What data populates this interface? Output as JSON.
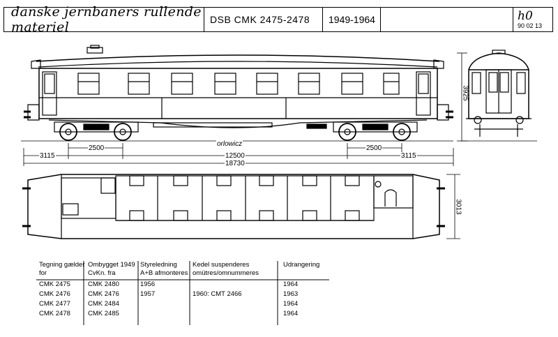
{
  "header": {
    "title": "danske jernbaners rullende materiel",
    "model": "DSB CMK 2475-2478",
    "years": "1949-1964",
    "scale": "h0",
    "date": "90 02 13"
  },
  "dimensions": {
    "height": "3925",
    "width": "3013",
    "builder": "orlowicz",
    "bogie_left": "2500",
    "bogie_right": "2500",
    "overhang_left": "3115",
    "wheelbase": "12500",
    "overhang_right": "3115",
    "total_length": "18730"
  },
  "table": {
    "headers": {
      "col1_a": "Tegning gælder",
      "col1_b": "for",
      "col2_a": "Ombygget 1949",
      "col2_b": "CvKn. fra",
      "col3_a": "Styreledning",
      "col3_b": "A+B afmonteres",
      "col4_a": "Kedel suspenderes",
      "col4_b": "omütres/omnummeres",
      "col5_a": "Udrangering"
    },
    "rows": [
      {
        "for": "CMK 2475",
        "from": "CMK 2480",
        "styre": "1956",
        "kedel": "",
        "udr": "1964"
      },
      {
        "for": "CMK 2476",
        "from": "CMK 2476",
        "styre": "1957",
        "kedel": "1960: CMT 2466",
        "udr": "1963"
      },
      {
        "for": "CMK 2477",
        "from": "CMK 2484",
        "styre": "",
        "kedel": "",
        "udr": "1964"
      },
      {
        "for": "CMK 2478",
        "from": "CMK 2485",
        "styre": "",
        "kedel": "",
        "udr": "1964"
      }
    ]
  }
}
